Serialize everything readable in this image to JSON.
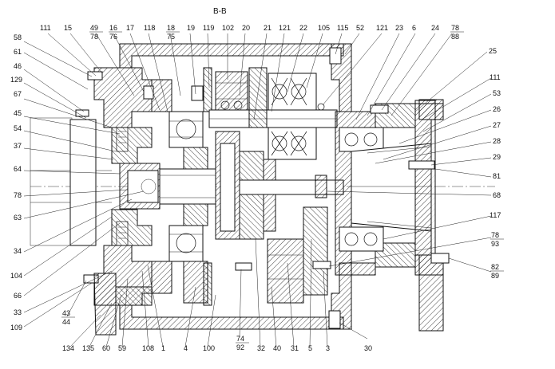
{
  "section_title": "В-В",
  "callouts": {
    "top": [
      {
        "id": "t111",
        "text": "111"
      },
      {
        "id": "t15",
        "text": "15"
      },
      {
        "id": "t49",
        "text": "49",
        "sub": "78"
      },
      {
        "id": "t16",
        "text": "16",
        "sub": "76"
      },
      {
        "id": "t17",
        "text": "17"
      },
      {
        "id": "t118",
        "text": "118"
      },
      {
        "id": "t18",
        "text": "18",
        "sub": "75"
      },
      {
        "id": "t19",
        "text": "19"
      },
      {
        "id": "t119",
        "text": "119"
      },
      {
        "id": "t102",
        "text": "102"
      },
      {
        "id": "t20",
        "text": "20"
      },
      {
        "id": "t21",
        "text": "21"
      },
      {
        "id": "t121a",
        "text": "121"
      },
      {
        "id": "t22",
        "text": "22"
      },
      {
        "id": "t105",
        "text": "105"
      },
      {
        "id": "t115",
        "text": "115"
      },
      {
        "id": "t52",
        "text": "52"
      },
      {
        "id": "t121b",
        "text": "121"
      },
      {
        "id": "t23",
        "text": "23"
      },
      {
        "id": "t6",
        "text": "6"
      },
      {
        "id": "t24",
        "text": "24"
      },
      {
        "id": "t78",
        "text": "78",
        "sub": "88"
      }
    ],
    "left": [
      {
        "id": "l58",
        "text": "58"
      },
      {
        "id": "l61",
        "text": "61"
      },
      {
        "id": "l46",
        "text": "46"
      },
      {
        "id": "l129",
        "text": "129"
      },
      {
        "id": "l67",
        "text": "67"
      },
      {
        "id": "l45",
        "text": "45"
      },
      {
        "id": "l54",
        "text": "54"
      },
      {
        "id": "l37",
        "text": "37"
      },
      {
        "id": "l64",
        "text": "64"
      },
      {
        "id": "l78",
        "text": "78"
      },
      {
        "id": "l63",
        "text": "63"
      },
      {
        "id": "l34",
        "text": "34"
      },
      {
        "id": "l104",
        "text": "104"
      },
      {
        "id": "l66",
        "text": "66"
      },
      {
        "id": "l33",
        "text": "33"
      },
      {
        "id": "l109",
        "text": "109"
      }
    ],
    "right": [
      {
        "id": "r25",
        "text": "25"
      },
      {
        "id": "r111",
        "text": "111"
      },
      {
        "id": "r53",
        "text": "53"
      },
      {
        "id": "r26",
        "text": "26"
      },
      {
        "id": "r27",
        "text": "27"
      },
      {
        "id": "r28",
        "text": "28"
      },
      {
        "id": "r29",
        "text": "29"
      },
      {
        "id": "r81",
        "text": "81"
      },
      {
        "id": "r68",
        "text": "68"
      },
      {
        "id": "r117",
        "text": "117"
      },
      {
        "id": "r78",
        "text": "78",
        "sub": "93"
      },
      {
        "id": "r82",
        "text": "82",
        "sub": "89"
      }
    ],
    "bottom": [
      {
        "id": "b43",
        "text": "43",
        "sub": "44"
      },
      {
        "id": "b134",
        "text": "134"
      },
      {
        "id": "b135",
        "text": "135"
      },
      {
        "id": "b60",
        "text": "60"
      },
      {
        "id": "b59",
        "text": "59"
      },
      {
        "id": "b108",
        "text": "108"
      },
      {
        "id": "b1",
        "text": "1"
      },
      {
        "id": "b4",
        "text": "4"
      },
      {
        "id": "b100",
        "text": "100"
      },
      {
        "id": "b74",
        "text": "74",
        "sub": "92"
      },
      {
        "id": "b32",
        "text": "32"
      },
      {
        "id": "b40",
        "text": "40"
      },
      {
        "id": "b31",
        "text": "31"
      },
      {
        "id": "b5",
        "text": "5"
      },
      {
        "id": "b3",
        "text": "3"
      },
      {
        "id": "b30",
        "text": "30"
      }
    ]
  }
}
